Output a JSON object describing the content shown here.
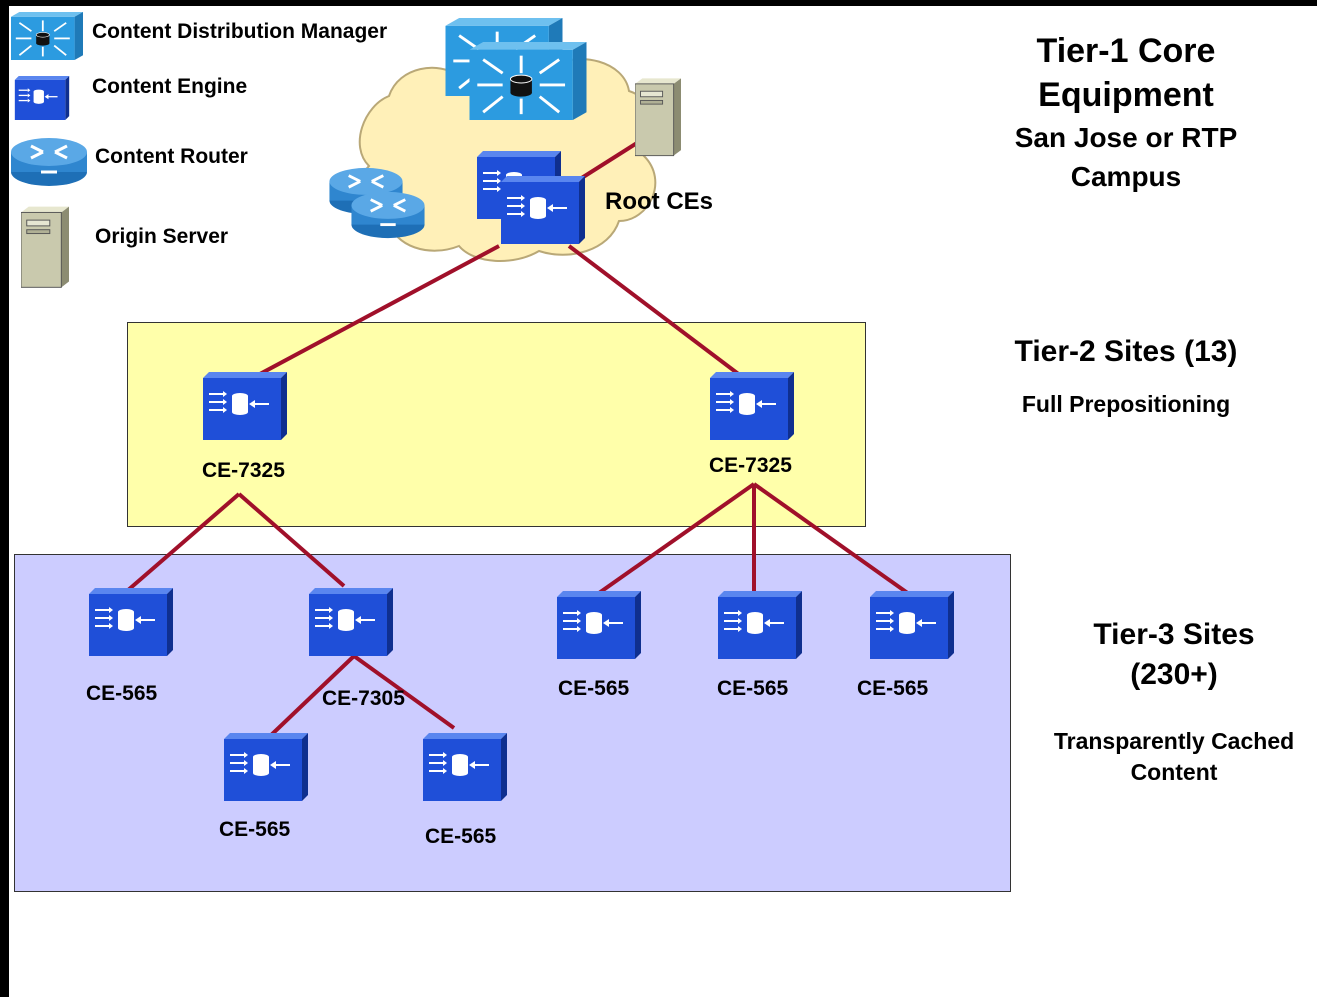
{
  "legend": {
    "cdm": "Content Distribution Manager",
    "ce": "Content Engine",
    "cr": "Content Router",
    "os": "Origin Server"
  },
  "tier1": {
    "title_line1": "Tier-1 Core",
    "title_line2": "Equipment",
    "sub_line1": "San Jose or RTP",
    "sub_line2": "Campus",
    "root_label": "Root CEs"
  },
  "tier2": {
    "title": "Tier-2 Sites (13)",
    "note": "Full Prepositioning",
    "left_ce": "CE-7325",
    "right_ce": "CE-7325"
  },
  "tier3": {
    "title_line1": "Tier-3 Sites",
    "title_line2": "(230+)",
    "note_line1": "Transparently Cached",
    "note_line2": "Content",
    "ce_1": "CE-565",
    "ce_2": "CE-7305",
    "ce_3": "CE-565",
    "ce_4": "CE-565",
    "ce_5": "CE-565",
    "ce_6": "CE-565",
    "ce_7": "CE-565"
  },
  "colors": {
    "tier2_fill": "#ffffaa",
    "tier3_fill": "#ccccff",
    "link": "#a0102a",
    "device_blue": "#1f4fd8",
    "cloud": "#fff0b8"
  }
}
